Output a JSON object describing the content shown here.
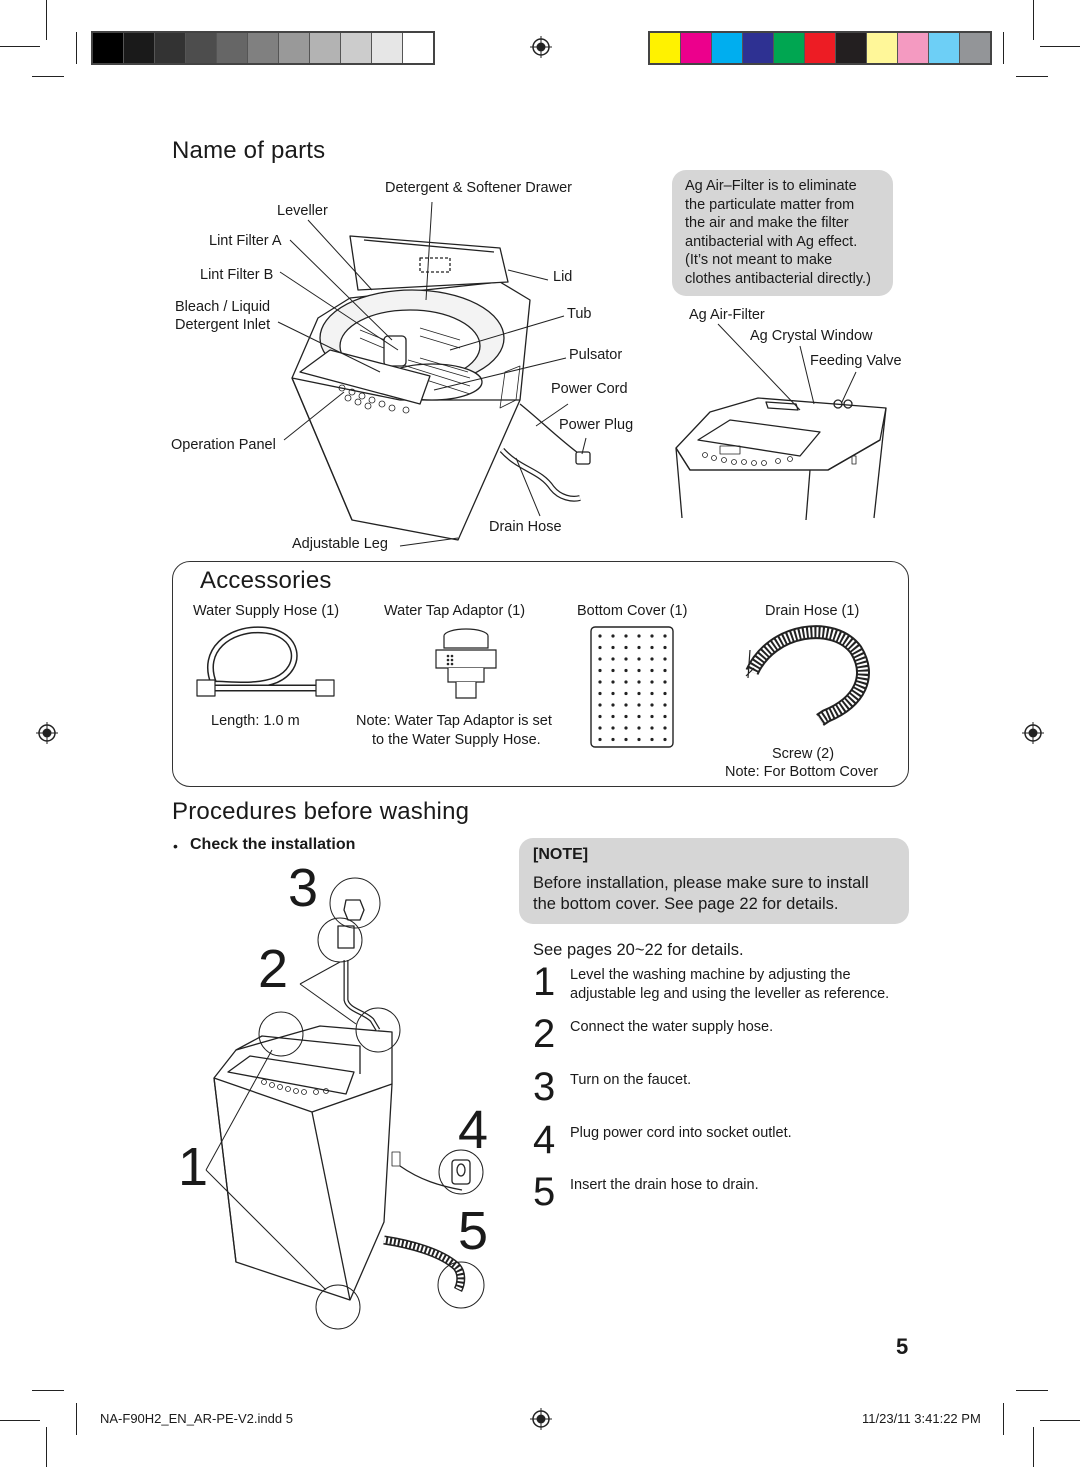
{
  "color_bar_left": [
    "#000000",
    "#1a1a1a",
    "#333333",
    "#4d4d4d",
    "#666666",
    "#808080",
    "#999999",
    "#b3b3b3",
    "#cccccc",
    "#e6e6e6",
    "#ffffff"
  ],
  "color_bar_right": [
    "#fff200",
    "#ec008c",
    "#00aeef",
    "#2e3192",
    "#00a651",
    "#ed1c24",
    "#231f20",
    "#fff799",
    "#f49ac1",
    "#6dcff6",
    "#939598"
  ],
  "name_of_parts": {
    "title": "Name of parts",
    "labels": {
      "detergent_drawer": "Detergent & Softener Drawer",
      "leveller": "Leveller",
      "lint_filter_a": "Lint Filter A",
      "lint_filter_b": "Lint Filter B",
      "bleach_1": "Bleach / Liquid",
      "bleach_2": "Detergent Inlet",
      "lid": "Lid",
      "tub": "Tub",
      "pulsator": "Pulsator",
      "power_cord": "Power Cord",
      "power_plug": "Power Plug",
      "operation_panel": "Operation Panel",
      "drain_hose": "Drain Hose",
      "adjustable_leg": "Adjustable Leg",
      "ag_air_filter": "Ag Air-Filter",
      "ag_crystal_window": "Ag Crystal Window",
      "feeding_valve": "Feeding Valve"
    },
    "ag_note": [
      "Ag Air–Filter is to eliminate",
      "the particulate matter from",
      "the air and make the filter",
      "antibacterial with Ag effect.",
      "(It’s not meant to make",
      "clothes antibacterial directly.)"
    ]
  },
  "accessories": {
    "title": "Accessories",
    "items": [
      "Water Supply Hose (1)",
      "Water Tap Adaptor (1)",
      "Bottom Cover (1)",
      "Drain Hose (1)"
    ],
    "length_note": "Length: 1.0 m",
    "adaptor_note_1": "Note: Water Tap Adaptor is set",
    "adaptor_note_2": "to the Water Supply Hose.",
    "screw": "Screw (2)",
    "screw_note": "Note: For Bottom Cover"
  },
  "procedures": {
    "title": "Procedures before washing",
    "bullet": "•",
    "check": "Check the installation",
    "note_title": "[NOTE]",
    "note_line1": "Before installation, please make sure to install",
    "note_line2": "the bottom cover. See page 22 for details.",
    "see_pages": "See pages 20~22 for details.",
    "steps": [
      {
        "num": "1",
        "text1": "Level the washing machine by adjusting the",
        "text2": "adjustable leg and using the leveller as reference."
      },
      {
        "num": "2",
        "text1": "Connect the water supply hose.",
        "text2": ""
      },
      {
        "num": "3",
        "text1": "Turn on the faucet.",
        "text2": ""
      },
      {
        "num": "4",
        "text1": "Plug power cord into socket outlet.",
        "text2": ""
      },
      {
        "num": "5",
        "text1": "Insert the drain hose to drain.",
        "text2": ""
      }
    ],
    "diagram_numbers": [
      "3",
      "2",
      "1",
      "4",
      "5"
    ]
  },
  "page_number": "5",
  "footer": {
    "file": "NA-F90H2_EN_AR-PE-V2.indd   5",
    "timestamp": "11/23/11   3:41:22 PM"
  }
}
